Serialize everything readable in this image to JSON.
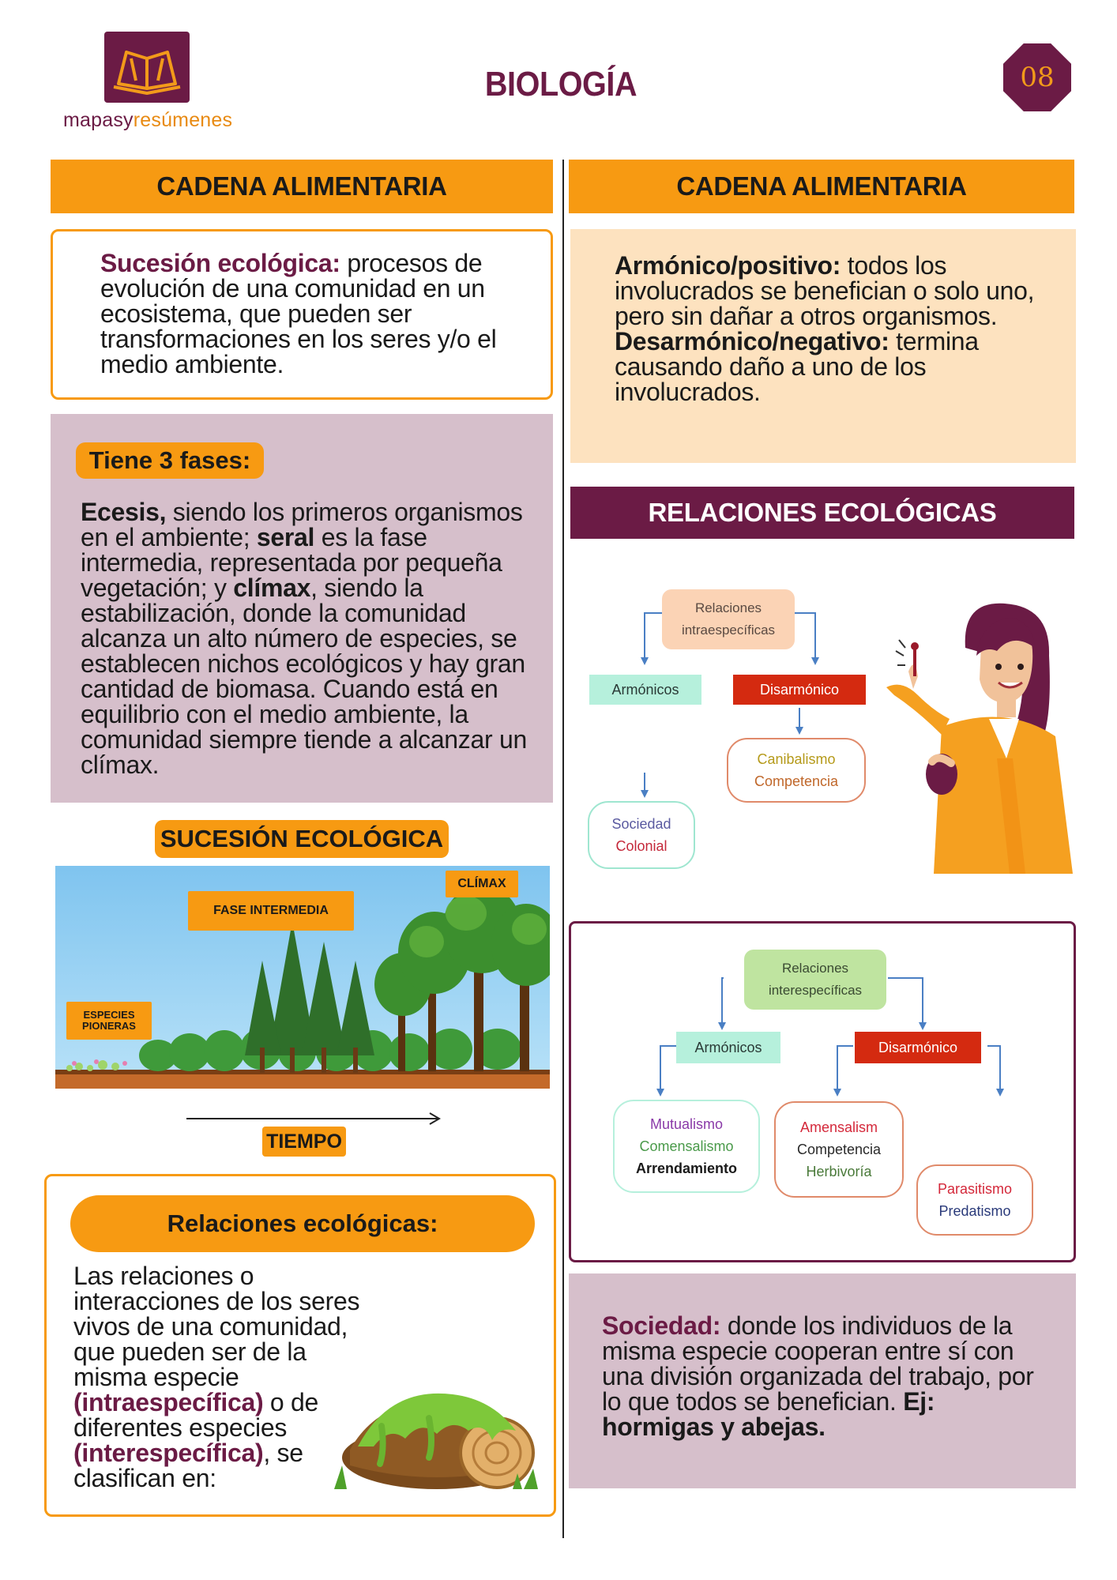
{
  "header": {
    "brand_part1": "mapasy",
    "brand_part2": "resúmenes",
    "title": "BIOLOGÍA",
    "page_number": "08"
  },
  "left": {
    "header": "CADENA ALIMENTARIA",
    "succession_box": {
      "term": "Sucesión ecológica:",
      "text": " procesos de evolución de una comunidad en un ecosistema, que pueden ser transformaciones en los seres y/o el medio ambiente."
    },
    "phases_box": {
      "pill": "Tiene 3 fases:",
      "p1_b": "Ecesis,",
      "p1": " siendo los primeros organismos en el ambiente; ",
      "p2_b": "seral",
      "p2": " es la fase intermedia, representada por pequeña vegetación; y ",
      "p3_b": "clímax",
      "p3": ", siendo la estabilización, donde la comunidad alcanza un alto número de especies, se establecen nichos ecológicos y hay gran cantidad de biomasa. Cuando está en equilibrio con el medio ambiente, la comunidad siempre tiende a alcanzar un clímax."
    },
    "succession_title": "SUCESIÓN ECOLÓGICA",
    "illustration": {
      "label_climax": "CLÍMAX",
      "label_intermediate": "FASE INTERMEDIA",
      "label_pioneer_1": "ESPECIES",
      "label_pioneer_2": "PIONERAS",
      "time_label": "TIEMPO"
    },
    "relations_box": {
      "pill": "Relaciones ecológicas:",
      "t1": "Las relaciones o interacciones de los seres vivos de una comunidad, que pueden ser de la misma especie ",
      "t2_b": "(intraespecífica)",
      "t3": " o de diferentes especies ",
      "t4_b": "(interespecífica)",
      "t5": ", se clasifican en:"
    }
  },
  "right": {
    "header": "CADENA ALIMENTARIA",
    "harmonic_box": {
      "term1": "Armónico/positivo:",
      "text1": " todos los involucrados se benefician o solo uno, pero sin dañar a otros organismos.",
      "term2": "Desarmónico/negativo:",
      "text2": " termina causando daño a uno de los involucrados."
    },
    "relations_header": "RELACIONES ECOLÓGICAS",
    "intra": {
      "root_1": "Relaciones",
      "root_2": "intraespecíficas",
      "harmonic": "Armónicos",
      "disharmonic": "Disarmónico",
      "dis_child_1": "Canibalismo",
      "dis_child_2": "Competencia",
      "harm_child_1": "Sociedad",
      "harm_child_2": "Colonial"
    },
    "inter": {
      "root_1": "Relaciones",
      "root_2": "interespecíficas",
      "harmonic": "Armónicos",
      "disharmonic": "Disarmónico",
      "harm_children": [
        "Mutualismo",
        "Comensalismo",
        "Arrendamiento"
      ],
      "dis_children_a": [
        "Amensalism",
        "Competencia",
        "Herbivoría"
      ],
      "dis_children_b": [
        "Parasitismo",
        "Predatismo"
      ]
    },
    "society_box": {
      "term": "Sociedad:",
      "text": " donde los individuos de la misma especie cooperan entre sí con una división organizada del trabajo, por lo que todos se benefician. ",
      "example": "Ej: hormigas y abejas."
    }
  },
  "colors": {
    "brand_purple": "#6b1b45",
    "orange": "#f79a12",
    "light_peach": "#fde2bf",
    "mauve": "#d6bfcb"
  }
}
